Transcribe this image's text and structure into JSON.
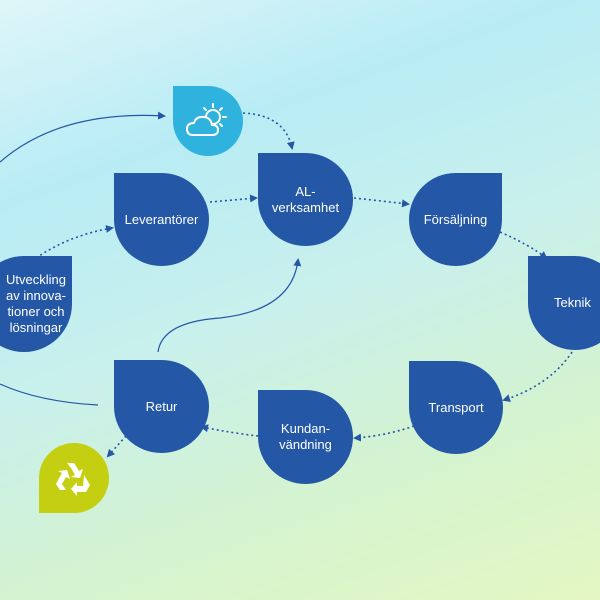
{
  "nodes": {
    "al": "AL-\nverksamhet",
    "forsaljning": "Försäljning",
    "teknik": "Teknik",
    "transport": "Transport",
    "kundanvandning": "Kundan-\nvändning",
    "retur": "Retur",
    "leverantorer": "Leverantörer",
    "utveckling": "Utveckling\nav innova-\ntioner och\nlösningar"
  },
  "icons": {
    "weather": "sun-cloud-icon",
    "recycle": "recycle-icon"
  },
  "colors": {
    "node_blue": "#2457a6",
    "weather_bg": "#2fb3de",
    "recycle_bg": "#c5cf12",
    "connector": "#2457a6"
  }
}
